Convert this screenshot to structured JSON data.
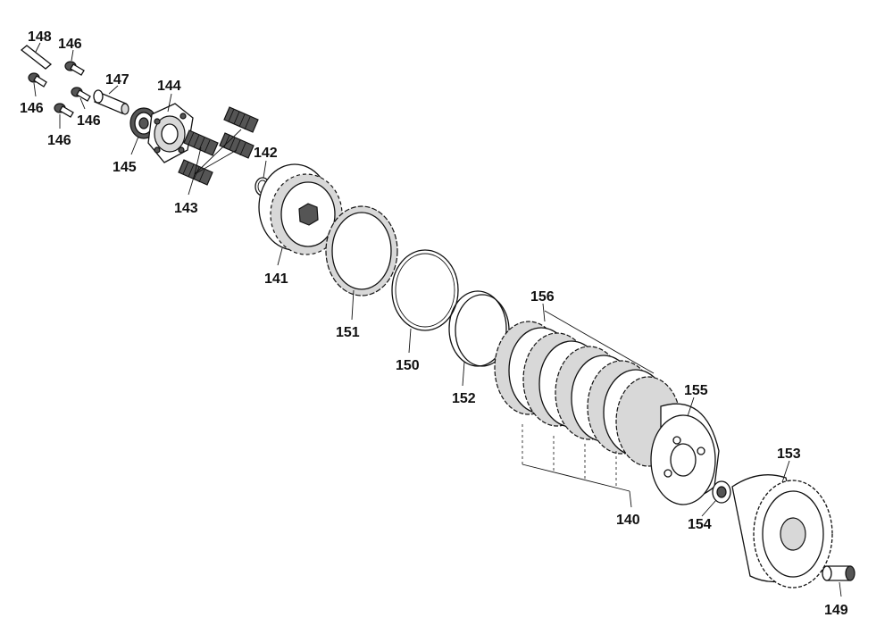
{
  "labels": {
    "p140": "140",
    "p141": "141",
    "p142": "142",
    "p143": "143",
    "p144": "144",
    "p145": "145",
    "p146a": "146",
    "p146b": "146",
    "p146c": "146",
    "p146d": "146",
    "p147": "147",
    "p148": "148",
    "p149": "149",
    "p150": "150",
    "p151": "151",
    "p152": "152",
    "p153": "153",
    "p154": "154",
    "p155": "155",
    "p156": "156"
  }
}
